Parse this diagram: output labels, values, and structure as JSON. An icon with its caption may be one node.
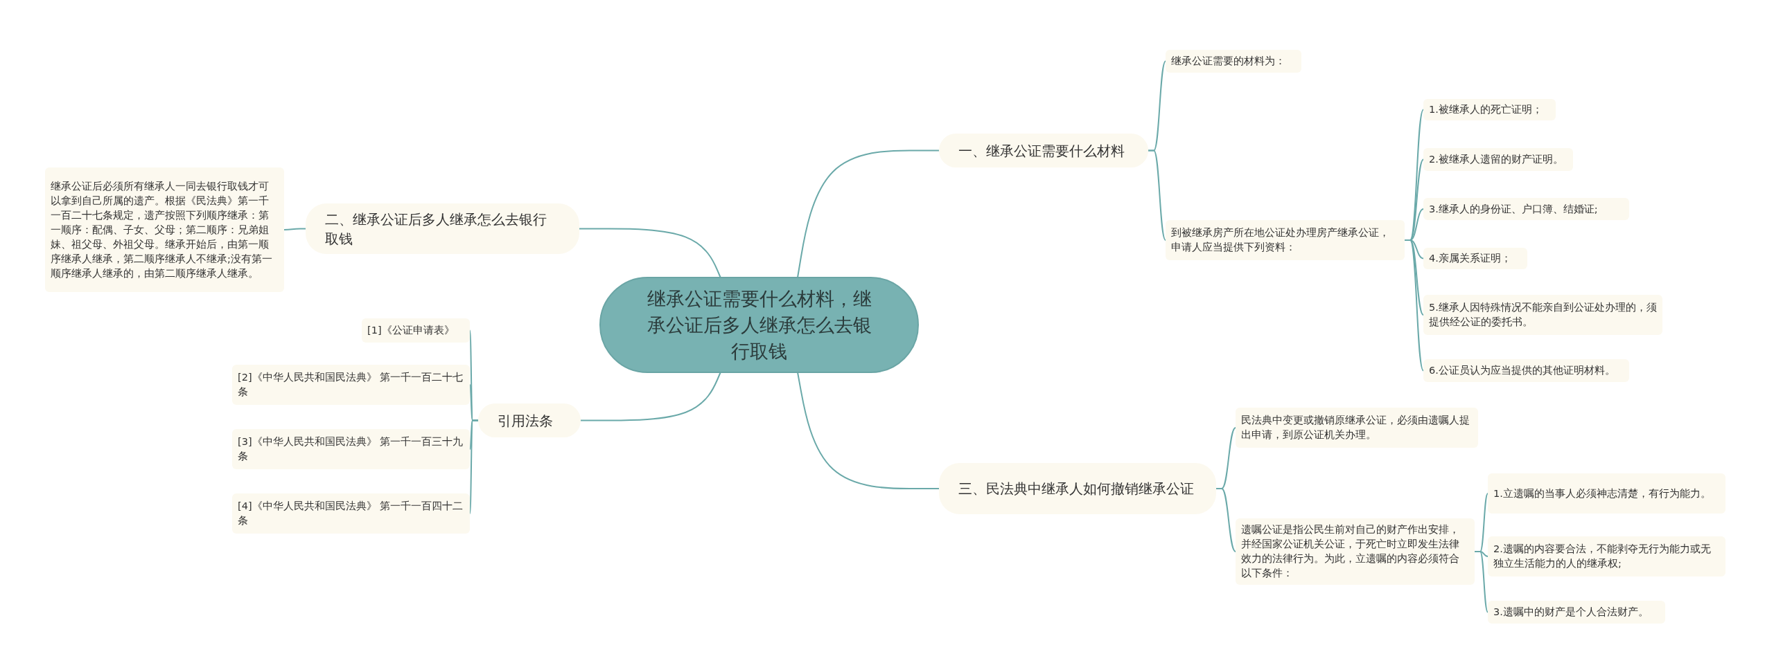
{
  "diagram": {
    "nodes": [
      {
        "text": [
          "继承公证需要什么材料，继承公证后多人继承怎么去银行取钱"
        ]
      },
      {
        "text": [
          "一、继承公证需要什么材料"
        ]
      },
      {
        "text": [
          "继承公证需要的材料为："
        ]
      },
      {
        "text": [
          "到被继承房产所在地公证处办理房产继承公证，申请人应当提供下列资料："
        ]
      },
      {
        "text": [
          "1.被继承人的死亡证明；"
        ]
      },
      {
        "text": [
          "2.被继承人遗留的财产证明。"
        ]
      },
      {
        "text": [
          "3.继承人的身份证、户口簿、结婚证;"
        ]
      },
      {
        "text": [
          "4.亲属关系证明；"
        ]
      },
      {
        "text": [
          "5.继承人因特殊情况不能亲自到公证处办理的，须提供经公证的委托书。"
        ]
      },
      {
        "text": [
          "6.公证员认为应当提供的其他证明材料。"
        ]
      },
      {
        "text": [
          "二、继承公证后多人继承怎么去银行取钱"
        ]
      },
      {
        "text": [
          "继承公证后必须所有继承人一同去银行取钱才可以拿到自己所属的遗产。根据《民法典》第一千一百二十七条规定，遗产按照下列顺序继承：第一顺序：配偶、子女、父母；第二顺序：兄弟姐妹、祖父母、外祖父母。继承开始后，由第一顺序继承人继承，第二顺序继承人不继承;没有第一顺序继承人继承的，由第二顺序继承人继承。"
        ]
      },
      {
        "text": [
          "引用法条"
        ]
      },
      {
        "text": [
          "[1]《公证申请表》"
        ]
      },
      {
        "text": [
          "[2]《中华人民共和国民法典》 第一千一百二十七条"
        ]
      },
      {
        "text": [
          "[3]《中华人民共和国民法典》 第一千一百三十九条"
        ]
      },
      {
        "text": [
          "[4]《中华人民共和国民法典》 第一千一百四十二条"
        ]
      },
      {
        "text": [
          "三、民法典中继承人如何撤销继承公证"
        ]
      },
      {
        "text": [
          "民法典中变更或撤销原继承公证，必须由遗嘱人提出申请，到原公证机关办理。"
        ]
      },
      {
        "text": [
          "遗嘱公证是指公民生前对自己的财产作出安排，并经国家公证机关公证，于死亡时立即发生法律效力的法律行为。为此，立遗嘱的内容必须符合以下条件："
        ]
      },
      {
        "text": [
          "1.立遗嘱的当事人必须神志清楚，有行为能力。"
        ]
      },
      {
        "text": [
          "2.遗嘱的内容要合法，不能剥夺无行为能力或无独立生活能力的人的继承权;"
        ]
      },
      {
        "text": [
          "3.遗嘱中的财产是个人合法财产。"
        ]
      }
    ],
    "edges": [
      {
        "from": 0,
        "to": 1,
        "arrow": "none"
      },
      {
        "from": 1,
        "to": 2,
        "arrow": "none"
      },
      {
        "from": 1,
        "to": 3,
        "arrow": "none"
      },
      {
        "from": 3,
        "to": 4,
        "arrow": "none"
      },
      {
        "from": 3,
        "to": 5,
        "arrow": "none"
      },
      {
        "from": 3,
        "to": 6,
        "arrow": "none"
      },
      {
        "from": 3,
        "to": 7,
        "arrow": "none"
      },
      {
        "from": 3,
        "to": 8,
        "arrow": "none"
      },
      {
        "from": 3,
        "to": 9,
        "arrow": "none"
      },
      {
        "from": 0,
        "to": 10,
        "arrow": "none"
      },
      {
        "from": 10,
        "to": 11,
        "arrow": "none"
      },
      {
        "from": 0,
        "to": 12,
        "arrow": "none"
      },
      {
        "from": 12,
        "to": 13,
        "arrow": "none"
      },
      {
        "from": 12,
        "to": 14,
        "arrow": "none"
      },
      {
        "from": 12,
        "to": 15,
        "arrow": "none"
      },
      {
        "from": 12,
        "to": 16,
        "arrow": "none"
      },
      {
        "from": 0,
        "to": 17,
        "arrow": "none"
      },
      {
        "from": 17,
        "to": 18,
        "arrow": "none"
      },
      {
        "from": 17,
        "to": 19,
        "arrow": "none"
      },
      {
        "from": 19,
        "to": 20,
        "arrow": "none"
      },
      {
        "from": 19,
        "to": 21,
        "arrow": "none"
      },
      {
        "from": 19,
        "to": 22,
        "arrow": "none"
      }
    ]
  }
}
